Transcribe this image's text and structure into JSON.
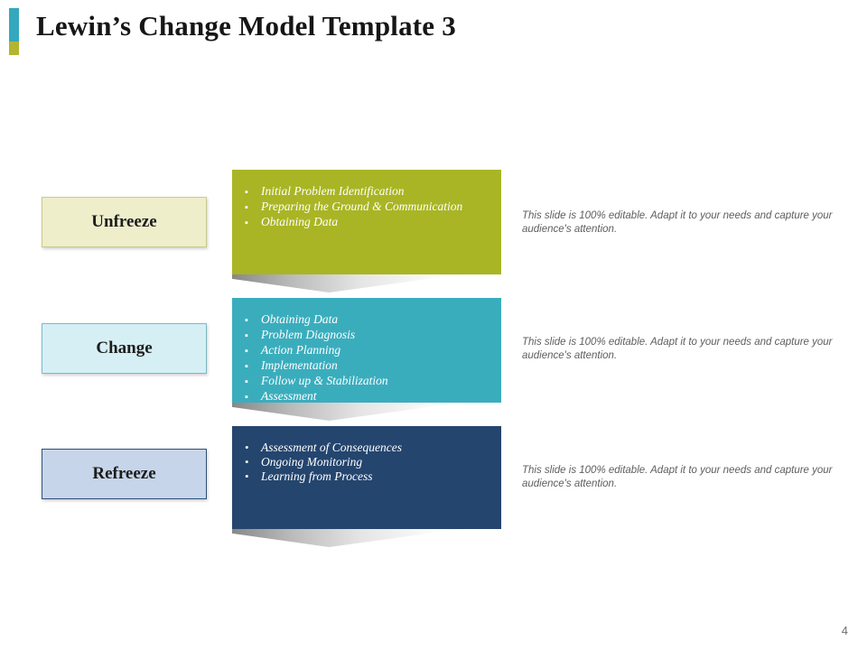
{
  "header": {
    "title": "Lewin’s Change Model Template 3",
    "accent_top_color": "#35a8bd",
    "accent_bottom_color": "#b3b530"
  },
  "footer": {
    "page_number": "4"
  },
  "side_note_text": "This slide is 100% editable. Adapt it to your needs and capture your audience's attention.",
  "bullet_glyph": "▪",
  "bullet_glyph_round": "•",
  "stages": [
    {
      "id": "unfreeze",
      "label": "Unfreeze",
      "label_fill": "#eeeecb",
      "label_border": "#c9c98d",
      "panel_color": "#a9b524",
      "bullets": [
        "Initial Problem Identification",
        "Preparing the Ground & Communication",
        "Obtaining Data"
      ],
      "note": "This slide is 100% editable. Adapt it to your needs and capture your audience's attention."
    },
    {
      "id": "change",
      "label": "Change",
      "label_fill": "#d6eff4",
      "label_border": "#7cb9c6",
      "panel_color": "#3aadbd",
      "bullets": [
        "Obtaining Data",
        "Problem Diagnosis",
        "Action Planning",
        "Implementation",
        "Follow up & Stabilization",
        "Assessment"
      ],
      "note": "This slide is 100% editable. Adapt it to your needs and capture your audience's attention."
    },
    {
      "id": "refreeze",
      "label": "Refreeze",
      "label_fill": "#c6d5e9",
      "label_border": "#2f4f77",
      "panel_color": "#24456e",
      "bullets": [
        "Assessment of Consequences",
        "Ongoing Monitoring",
        "Learning from Process"
      ],
      "note": "This slide is 100% editable. Adapt it to your needs and capture your audience's attention."
    }
  ]
}
